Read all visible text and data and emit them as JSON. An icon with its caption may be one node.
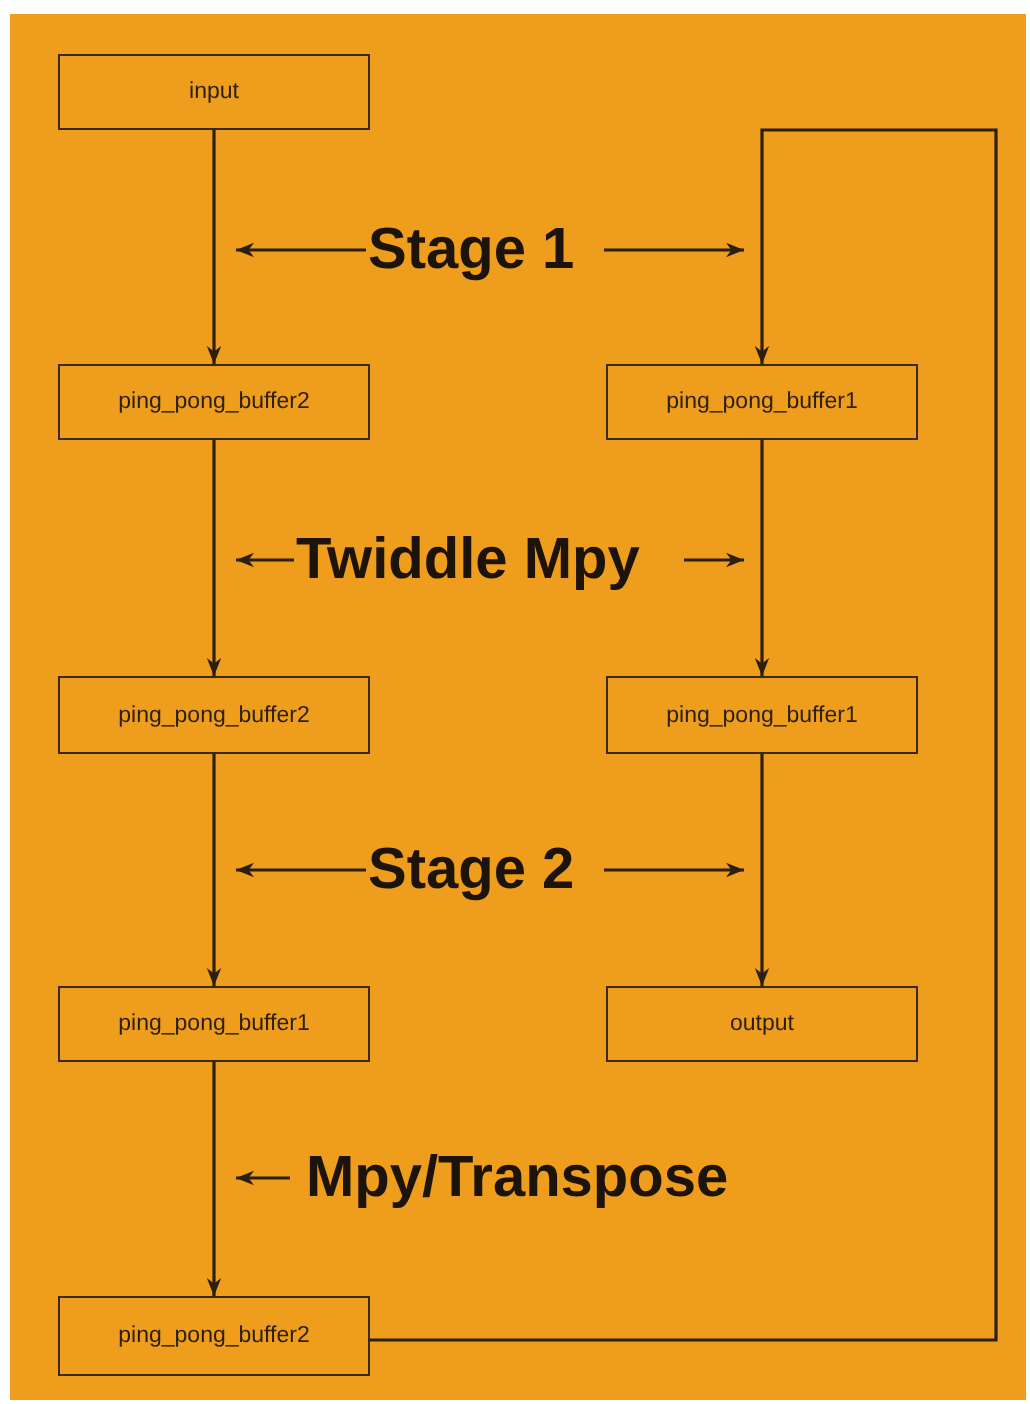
{
  "diagram": {
    "nodes": [
      {
        "text": [
          "input"
        ]
      },
      {
        "text": [
          "ping_pong_buffer2"
        ]
      },
      {
        "text": [
          "ping_pong_buffer1"
        ]
      },
      {
        "text": [
          "ping_pong_buffer2"
        ]
      },
      {
        "text": [
          "ping_pong_buffer1"
        ]
      },
      {
        "text": [
          "ping_pong_buffer1"
        ]
      },
      {
        "text": [
          "output"
        ]
      },
      {
        "text": [
          "ping_pong_buffer2"
        ]
      }
    ],
    "edges": [
      {
        "from": 0,
        "to": 1,
        "arrow": "to"
      },
      {
        "from": 1,
        "to": 3,
        "arrow": "to"
      },
      {
        "from": 3,
        "to": 5,
        "arrow": "to"
      },
      {
        "from": 5,
        "to": 7,
        "arrow": "to"
      },
      {
        "from": 7,
        "to": 2,
        "arrow": "to"
      },
      {
        "from": 2,
        "to": 4,
        "arrow": "to"
      },
      {
        "from": 4,
        "to": 6,
        "arrow": "to"
      }
    ],
    "labels": [
      "Stage 1",
      "Twiddle Mpy",
      "Stage 2",
      "Mpy/Transpose"
    ]
  }
}
